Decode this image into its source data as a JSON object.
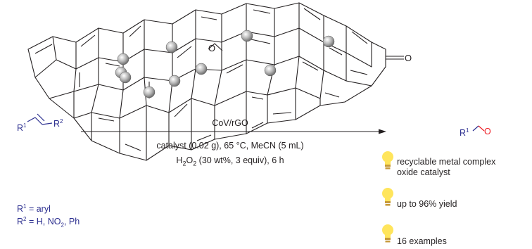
{
  "reaction": {
    "catalyst_label": "CoV/rGO",
    "conditions_line1": "catalyst (0.02 g), 65 °C, MeCN (5 mL)",
    "conditions_line2_pre": "H",
    "conditions_line2_sub1": "2",
    "conditions_line2_mid": "O",
    "conditions_line2_sub2": "2",
    "conditions_line2_post": " (30 wt%, 3 equiv), 6 h"
  },
  "graphene": {
    "epoxide_atom": "O",
    "ketone_atom": "O"
  },
  "reactant": {
    "r1": "R",
    "r1_sup": "1",
    "r2": "R",
    "r2_sup": "2"
  },
  "product": {
    "r1": "R",
    "r1_sup": "1",
    "oxygen": "O"
  },
  "substituents": {
    "line1_pre": "R",
    "line1_sup": "1",
    "line1_post": " = aryl",
    "line2_pre": "R",
    "line2_sup": "2",
    "line2_mid": " = H, NO",
    "line2_sub": "2",
    "line2_post": ", Ph"
  },
  "highlights": [
    {
      "line1": "recyclable metal complex",
      "line2": "oxide catalyst"
    },
    {
      "line1": "up to 96% yield"
    },
    {
      "line1": "16 examples"
    }
  ],
  "colors": {
    "blue": "#2b2e8f",
    "red": "#ed1c24",
    "bulb": "#ffe55c",
    "bulb_base": "#c79a3a"
  }
}
